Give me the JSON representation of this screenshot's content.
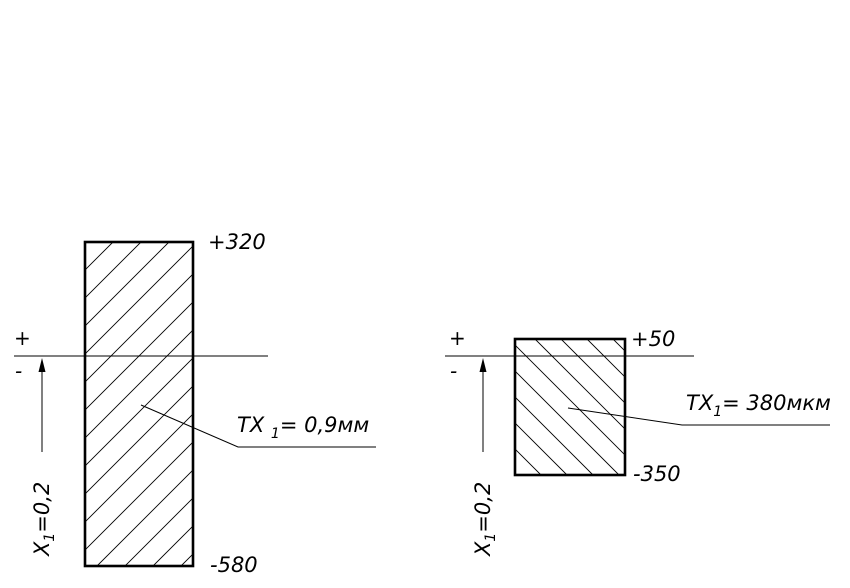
{
  "left": {
    "upper_deviation": "+320",
    "lower_deviation": "-580",
    "plus_sign": "+",
    "minus_sign": "-",
    "x_label": {
      "main": "X",
      "sub": "1",
      "rest": "=0,2"
    },
    "tol_label": {
      "main": "TX ",
      "sub": "1",
      "rest": "= 0,9мм"
    }
  },
  "right": {
    "upper_deviation": "+50",
    "lower_deviation": "-350",
    "plus_sign": "+",
    "minus_sign": "-",
    "x_label": {
      "main": "X",
      "sub": "1",
      "rest": "=0,2"
    },
    "tol_label": {
      "main": "TX",
      "sub": "1",
      "rest": "= 380мкм"
    }
  }
}
